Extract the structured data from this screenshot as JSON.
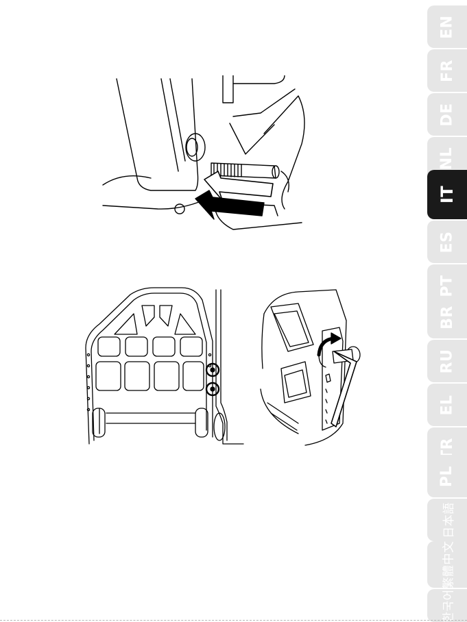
{
  "language_tabs": [
    {
      "code": "EN",
      "active": false
    },
    {
      "code": "FR",
      "active": false
    },
    {
      "code": "DE",
      "active": false
    },
    {
      "code": "NL",
      "active": false
    },
    {
      "code": "IT",
      "active": true
    },
    {
      "code": "ES",
      "active": false
    },
    {
      "code": "PT",
      "active": false
    },
    {
      "code": "BR",
      "active": false
    },
    {
      "code": "RU",
      "active": false
    },
    {
      "code": "EL",
      "active": false
    },
    {
      "code": "TR",
      "active": false
    },
    {
      "code": "PL",
      "active": false
    },
    {
      "code": "日本語",
      "active": false
    },
    {
      "code": "繁體中文",
      "active": false
    },
    {
      "code": "한국어",
      "active": false
    }
  ],
  "colors": {
    "tab_inactive": "#e6e6e6",
    "tab_active": "#1a1a1a",
    "tab_text": "#ffffff",
    "line_art": "#000000"
  },
  "icons": {
    "insert_arrow": "arrow-icon",
    "rotation_arrow": "rotate-arrow-icon",
    "screw_highlight": "circle-highlight-icon"
  }
}
